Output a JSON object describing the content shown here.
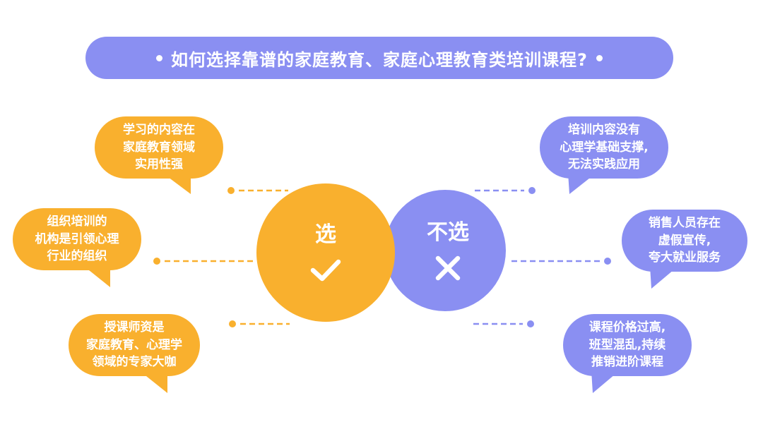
{
  "title": "如何选择靠谱的家庭教育、家庭心理教育类培训课程?",
  "colors": {
    "yes": "#f9b02e",
    "no": "#8a8ff2",
    "white": "#ffffff"
  },
  "choose": {
    "label": "选",
    "icon": "check-icon",
    "reasons": [
      {
        "lines": [
          "学习的内容在",
          "家庭教育领域",
          "实用性强"
        ]
      },
      {
        "lines": [
          "组织培训的",
          "机构是引领心理",
          "行业的组织"
        ]
      },
      {
        "lines": [
          "授课师资是",
          "家庭教育、心理学",
          "领域的专家大咖"
        ]
      }
    ]
  },
  "not_choose": {
    "label": "不选",
    "icon": "cross-icon",
    "reasons": [
      {
        "lines": [
          "培训内容没有",
          "心理学基础支撑,",
          "无法实践应用"
        ]
      },
      {
        "lines": [
          "销售人员存在",
          "虚假宣传,",
          "夸大就业服务"
        ]
      },
      {
        "lines": [
          "课程价格过高,",
          "班型混乱,持续",
          "推销进阶课程"
        ]
      }
    ]
  }
}
